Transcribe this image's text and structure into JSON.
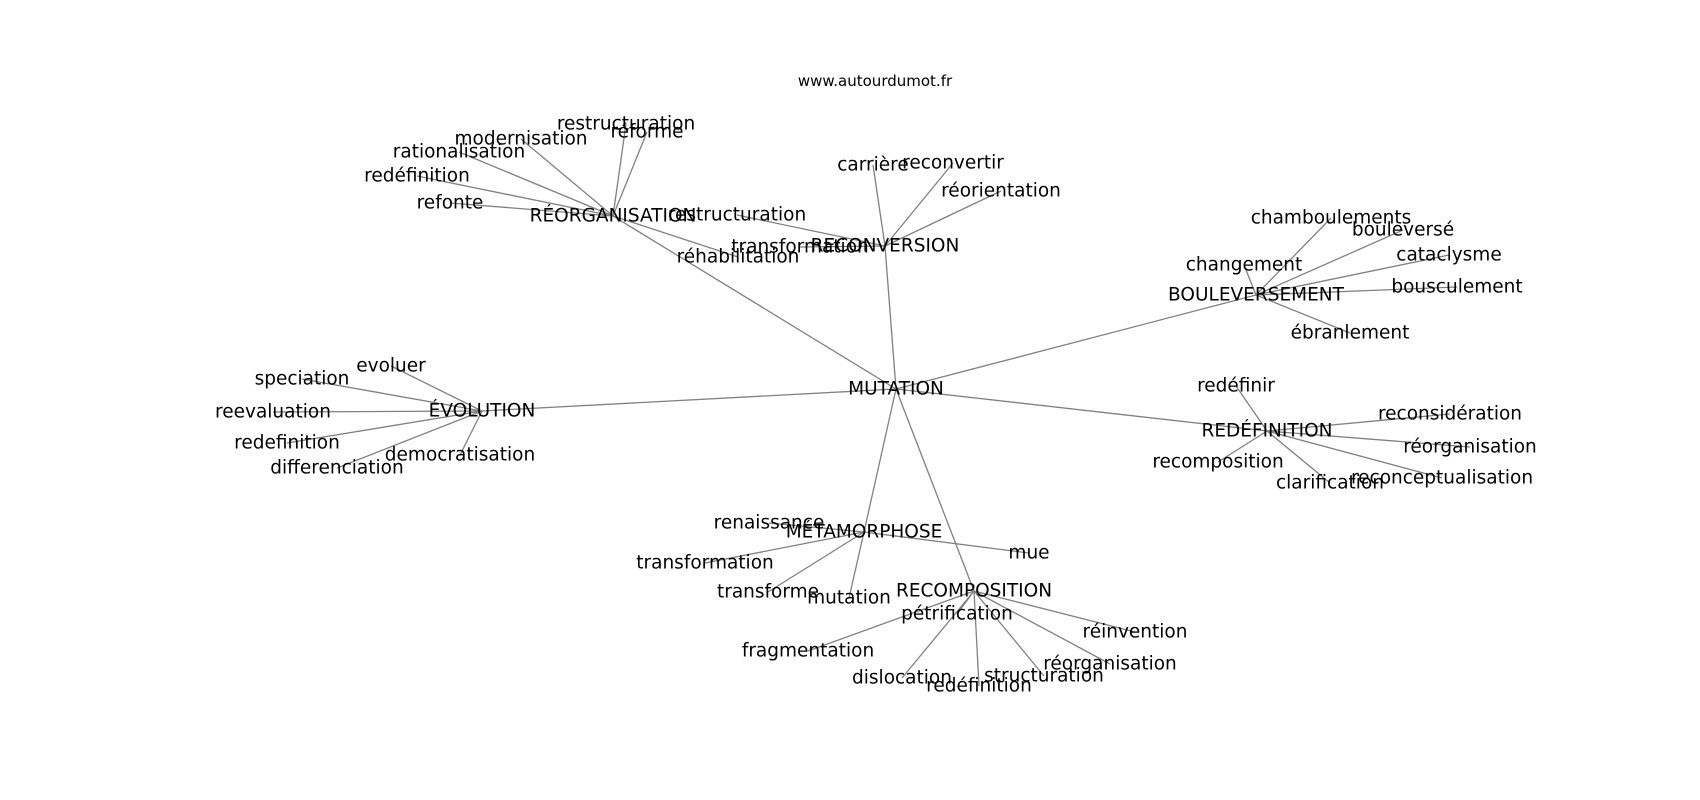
{
  "source": "www.autourdumot.fr",
  "center": "MUTATION",
  "clusters": [
    {
      "hub": "RÉORGANISATION",
      "leaves": [
        "restructuration",
        "réforme",
        "modernisation",
        "rationalisation",
        "redéfinition",
        "refonte",
        "réhabilitation"
      ]
    },
    {
      "hub": "RECONVERSION",
      "leaves": [
        "carrière",
        "reconvertir",
        "réorientation",
        "restructuration",
        "transformation"
      ]
    },
    {
      "hub": "BOULEVERSEMENT",
      "leaves": [
        "chamboulements",
        "bouleversé",
        "changement",
        "cataclysme",
        "bousculement",
        "ébranlement"
      ]
    },
    {
      "hub": "ÉVOLUTION",
      "leaves": [
        "evoluer",
        "speciation",
        "reevaluation",
        "redefinition",
        "differenciation",
        "democratisation"
      ]
    },
    {
      "hub": "REDÉFINITION",
      "leaves": [
        "redéfinir",
        "reconsidération",
        "réorganisation",
        "recomposition",
        "clarification",
        "reconceptualisation"
      ]
    },
    {
      "hub": "MÉTAMORPHOSE",
      "leaves": [
        "renaissance",
        "transformation",
        "transforme",
        "mutation",
        "mue"
      ]
    },
    {
      "hub": "RECOMPOSITION",
      "leaves": [
        "pétrification",
        "réinvention",
        "réorganisation",
        "fragmentation",
        "dislocation",
        "structuration",
        "redéfinition"
      ]
    }
  ]
}
